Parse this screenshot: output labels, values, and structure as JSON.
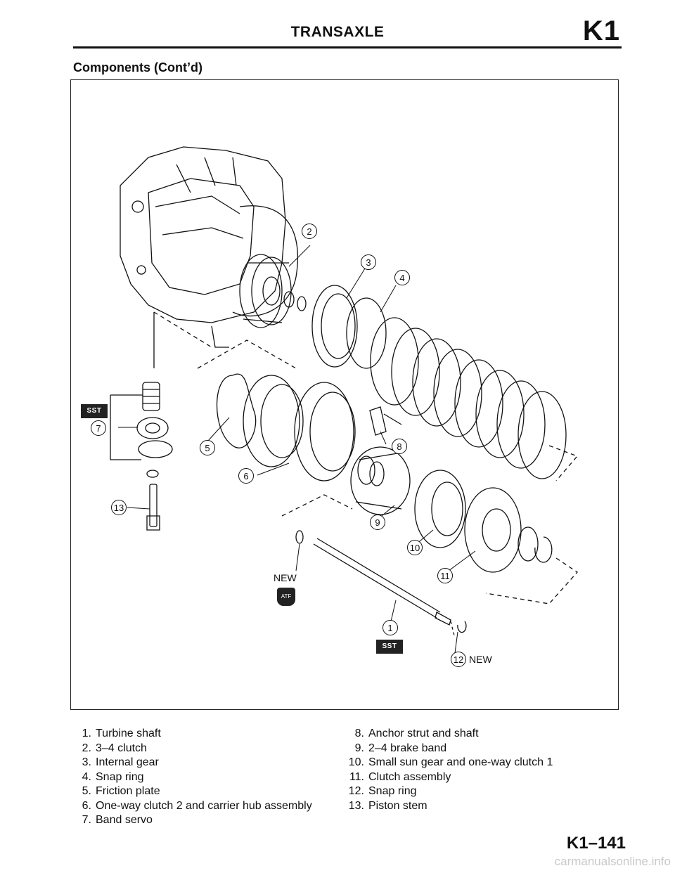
{
  "header": {
    "title": "TRANSAXLE",
    "code": "K1"
  },
  "section": {
    "title": "Components (Cont’d)"
  },
  "figure": {
    "callouts": [
      "1",
      "2",
      "3",
      "4",
      "5",
      "6",
      "7",
      "8",
      "9",
      "10",
      "11",
      "12",
      "13"
    ],
    "tags": {
      "sst": "SST",
      "new": "NEW",
      "atf": "ATF"
    }
  },
  "legend": {
    "left": [
      {
        "num": "1.",
        "label": "Turbine shaft"
      },
      {
        "num": "2.",
        "label": "3–4 clutch"
      },
      {
        "num": "3.",
        "label": "Internal gear"
      },
      {
        "num": "4.",
        "label": "Snap ring"
      },
      {
        "num": "5.",
        "label": "Friction plate"
      },
      {
        "num": "6.",
        "label": "One-way clutch 2 and carrier hub assembly"
      },
      {
        "num": "7.",
        "label": "Band servo"
      }
    ],
    "right": [
      {
        "num": "8.",
        "label": "Anchor strut and shaft"
      },
      {
        "num": "9.",
        "label": "2–4 brake band"
      },
      {
        "num": "10.",
        "label": "Small sun gear and one-way clutch 1"
      },
      {
        "num": "11.",
        "label": "Clutch assembly"
      },
      {
        "num": "12.",
        "label": "Snap ring"
      },
      {
        "num": "13.",
        "label": "Piston stem"
      }
    ]
  },
  "footer": {
    "page_number": "K1–141",
    "watermark": "carmanualsonline.info"
  }
}
